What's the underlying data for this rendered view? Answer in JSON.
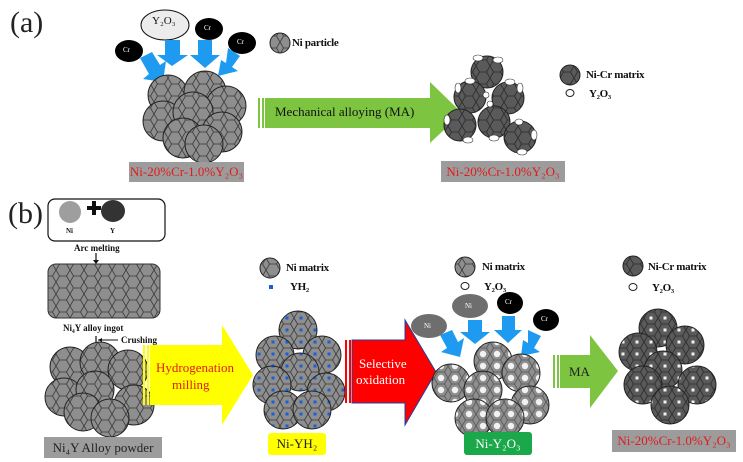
{
  "panel_a": {
    "label": "(a)",
    "inputs": {
      "y2o3": "Y₂O₃",
      "cr": "Cr"
    },
    "legend": {
      "ni_particle": "Ni particle",
      "ni_cr_matrix": "Ni-Cr matrix",
      "y2o3": "Y₂O₃"
    },
    "arrow_label": "Mechanical alloying (MA)",
    "start_box": "Ni-20%Cr-1.0%Y₂O₃",
    "end_box": "Ni-20%Cr-1.0%Y₂O₃"
  },
  "panel_b": {
    "label": "(b)",
    "elements": {
      "ni": "Ni",
      "y": "Y",
      "plus": "+"
    },
    "arc_melting": "Arc melting",
    "ingot": "Ni₄Y alloy ingot",
    "crushing": "Crushing",
    "powder_box": "Ni₄Y Alloy powder",
    "arrow1": "Hydrogenation milling",
    "arrow1_line1": "Hydrogenation",
    "arrow1_line2": "milling",
    "legend1": {
      "ni_matrix": "Ni matrix",
      "yh2": "YH₂"
    },
    "box2": "Ni-YH₂",
    "arrow2_line1": "Selective",
    "arrow2_line2": "oxidation",
    "legend2": {
      "ni_matrix": "Ni matrix",
      "y2o3": "Y₂O₃"
    },
    "inputs3": {
      "ni": "Ni",
      "cr": "Cr"
    },
    "box3": "Ni-Y₂O₃",
    "arrow3": "MA",
    "legend3": {
      "ni_cr_matrix": "Ni-Cr matrix",
      "y2o3": "Y₂O₃"
    },
    "box4": "Ni-20%Cr-1.0%Y₂O₃"
  },
  "colors": {
    "blue_arrow": "#1e9af0",
    "green_arrow": "#7dc540",
    "yellow_arrow": "#ffff00",
    "red_arrow": "#ff0000",
    "label_red": "#e21b1b",
    "yellow_box": "#ffff00",
    "green_box": "#1aa84a",
    "gray_box": "#9c9c9c",
    "particle_gray": "#8e8e8e",
    "particle_dark": "#5a5a5a",
    "yh2_blue": "#1f5fd0"
  }
}
